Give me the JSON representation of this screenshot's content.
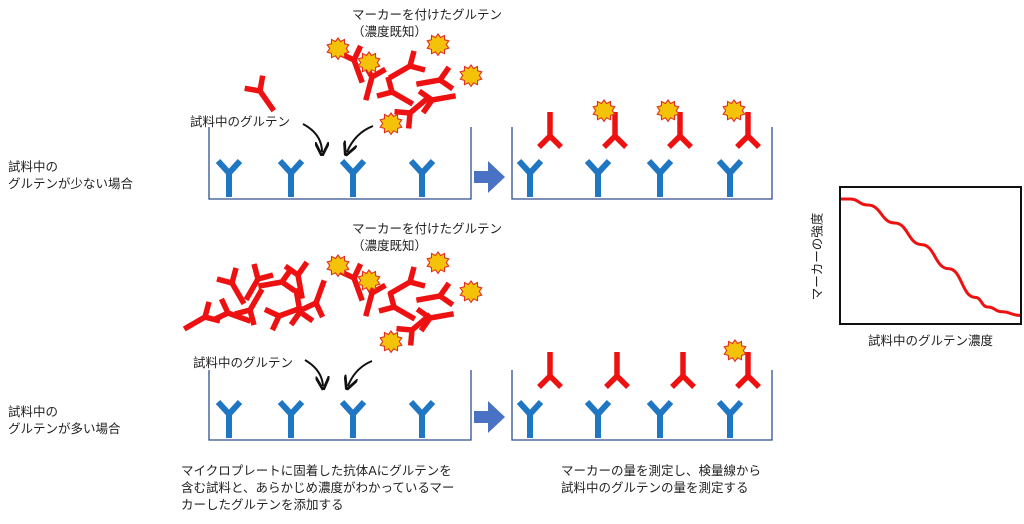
{
  "top_row": {
    "side_label": [
      "試料中の",
      "グルテンが少ない場合"
    ],
    "marked_label": [
      "マーカーを付けたグルテン",
      "（濃度既知）"
    ],
    "sample_label": "試料中のグルテン"
  },
  "bottom_row": {
    "side_label": [
      "試料中の",
      "グルテンが多い場合"
    ],
    "marked_label": [
      "マーカーを付けたグルテン",
      "（濃度既知）"
    ],
    "sample_label": "試料中のグルテン"
  },
  "captions": {
    "left": [
      "マイクロプレートに固着した抗体Aにグルテンを",
      "含む試料と、あらかじめ濃度がわかっているマー",
      "カーしたグルテンを添加する"
    ],
    "right": [
      "マーカーの量を測定し、検量線から",
      "試料中のグルテンの量を測定する"
    ]
  },
  "chart": {
    "ylabel": "マーカーの強度",
    "xlabel": "試料中のグルテン濃度"
  },
  "chart_data": {
    "type": "line",
    "title": "",
    "xlabel": "試料中のグルテン濃度",
    "ylabel": "マーカーの強度",
    "grid": false,
    "series": [
      {
        "x": [
          0,
          0.05,
          0.15,
          0.3,
          0.45,
          0.6,
          0.75,
          0.82,
          0.9,
          1.0
        ],
        "y": [
          1.0,
          1.0,
          0.95,
          0.8,
          0.62,
          0.42,
          0.18,
          0.1,
          0.06,
          0.03
        ]
      }
    ]
  },
  "colors": {
    "antibody": "#1f77c4",
    "gluten": "#ee1111",
    "marker_fill": "#f5c20a",
    "marker_stroke": "#e03020",
    "arrow": "#4a72c4",
    "plate": "#2e4e8e"
  }
}
